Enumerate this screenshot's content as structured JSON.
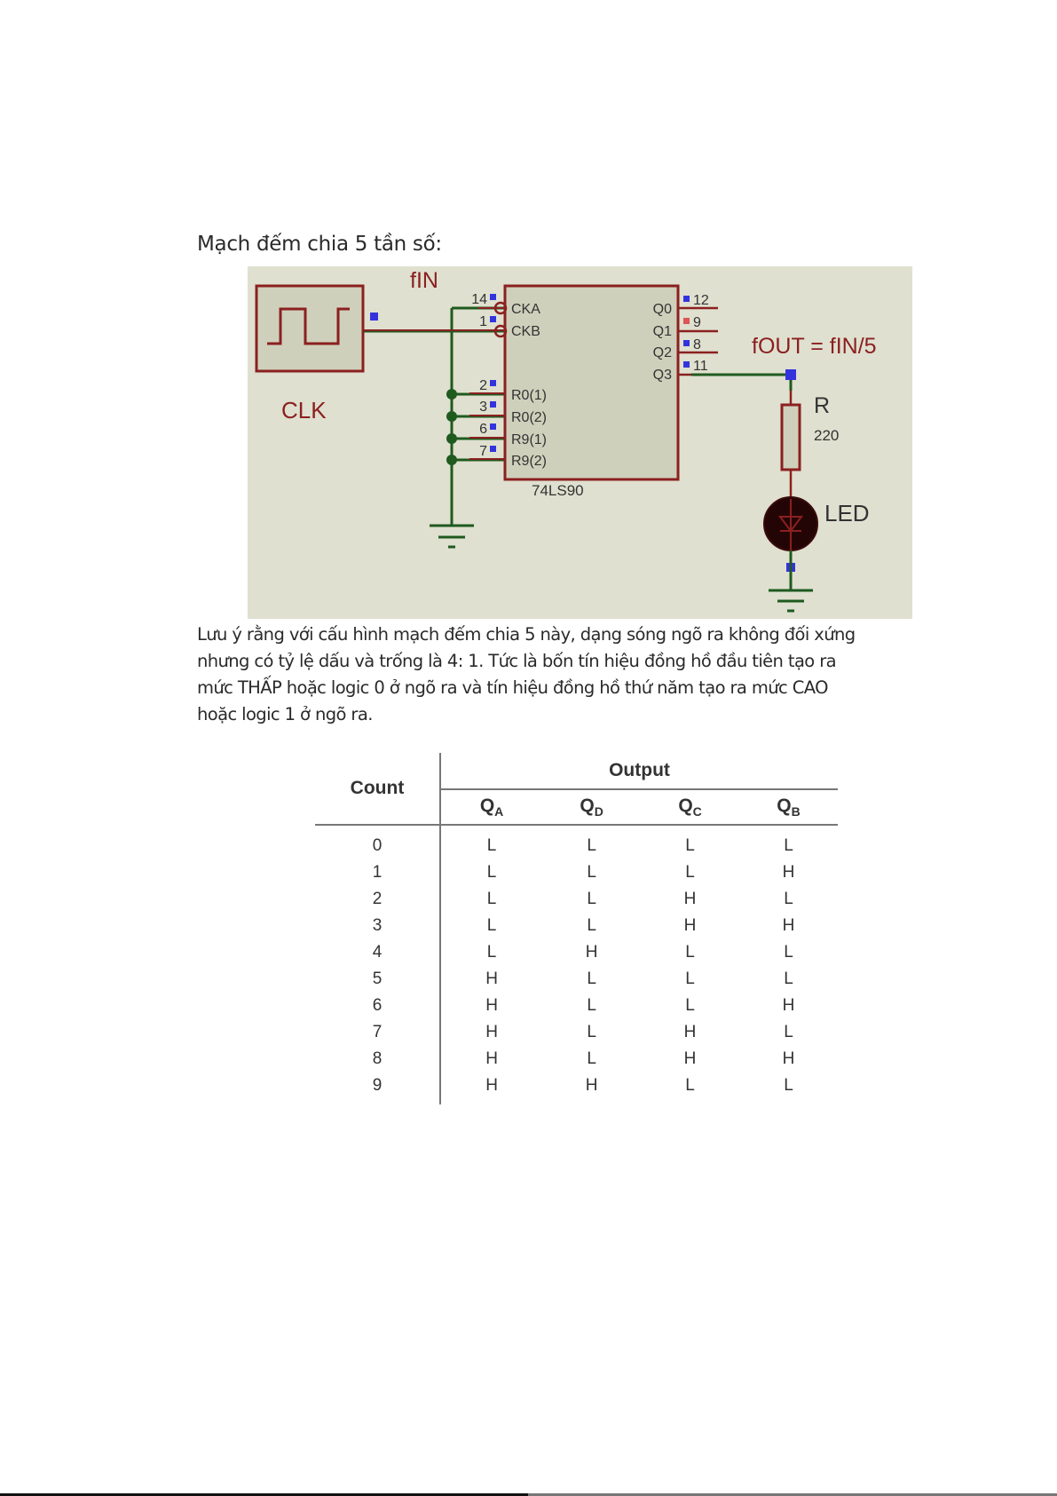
{
  "heading": "Mạch đếm chia 5 tần số:",
  "schematic": {
    "labels": {
      "fin": "fIN",
      "clk": "CLK",
      "chip": "74LS90",
      "fout": "fOUT = fIN/5",
      "resistor": "R",
      "resistor_value": "220",
      "led": "LED"
    },
    "input_pins": [
      {
        "num": "14",
        "name": "CKA"
      },
      {
        "num": "1",
        "name": "CKB"
      },
      {
        "num": "2",
        "name": "R0(1)"
      },
      {
        "num": "3",
        "name": "R0(2)"
      },
      {
        "num": "6",
        "name": "R9(1)"
      },
      {
        "num": "7",
        "name": "R9(2)"
      }
    ],
    "output_pins": [
      {
        "num": "12",
        "name": "Q0"
      },
      {
        "num": "9",
        "name": "Q1"
      },
      {
        "num": "8",
        "name": "Q2"
      },
      {
        "num": "11",
        "name": "Q3"
      }
    ],
    "colors": {
      "background": "#dfe0cf",
      "component": "#8b2020",
      "wire": "#1f5a1f",
      "pin_marker": "#3333dd",
      "pin_marker_active": "#dd5555"
    }
  },
  "paragraph": {
    "lines": [
      "Lưu ý rằng với cấu hình mạch đếm chia 5 này, dạng sóng ngõ ra không đối xứng",
      "nhưng có tỷ lệ dấu và trống là 4: 1. Tức là bốn tín hiệu đồng hồ đầu tiên tạo ra",
      "mức THẤP hoặc logic 0 ở ngõ ra và tín hiệu đồng hồ thứ năm tạo ra mức CAO",
      "hoặc logic 1 ở ngõ ra."
    ]
  },
  "truth_table": {
    "count_header": "Count",
    "output_header": "Output",
    "columns": [
      {
        "letter": "Q",
        "sub": "A"
      },
      {
        "letter": "Q",
        "sub": "D"
      },
      {
        "letter": "Q",
        "sub": "C"
      },
      {
        "letter": "Q",
        "sub": "B"
      }
    ],
    "rows": [
      {
        "count": "0",
        "values": [
          "L",
          "L",
          "L",
          "L"
        ]
      },
      {
        "count": "1",
        "values": [
          "L",
          "L",
          "L",
          "H"
        ]
      },
      {
        "count": "2",
        "values": [
          "L",
          "L",
          "H",
          "L"
        ]
      },
      {
        "count": "3",
        "values": [
          "L",
          "L",
          "H",
          "H"
        ]
      },
      {
        "count": "4",
        "values": [
          "L",
          "H",
          "L",
          "L"
        ]
      },
      {
        "count": "5",
        "values": [
          "H",
          "L",
          "L",
          "L"
        ]
      },
      {
        "count": "6",
        "values": [
          "H",
          "L",
          "L",
          "H"
        ]
      },
      {
        "count": "7",
        "values": [
          "H",
          "L",
          "H",
          "L"
        ]
      },
      {
        "count": "8",
        "values": [
          "H",
          "L",
          "H",
          "H"
        ]
      },
      {
        "count": "9",
        "values": [
          "H",
          "H",
          "L",
          "L"
        ]
      }
    ]
  }
}
